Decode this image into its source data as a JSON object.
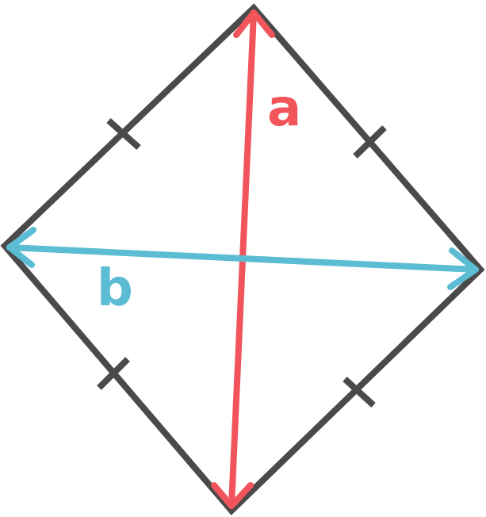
{
  "diagram": {
    "shape": "rhombus",
    "diagonal_a": {
      "label": "a",
      "color": "#F2545B"
    },
    "diagonal_b": {
      "label": "b",
      "color": "#5BBCD3"
    },
    "outline_color": "#4A4A4A",
    "tick_marks": 4,
    "diagonals_have_arrowheads": true
  }
}
